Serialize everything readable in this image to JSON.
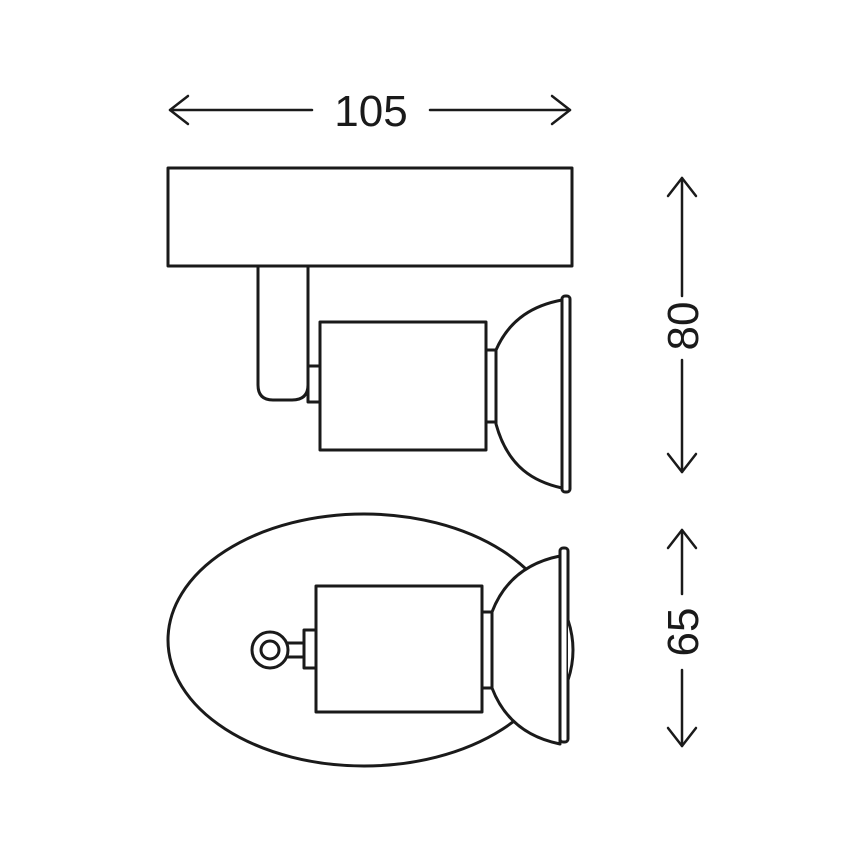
{
  "dimensions": {
    "width": "105",
    "height": "80",
    "depth": "65"
  },
  "colors": {
    "line": "#1a1a1a",
    "background": "#ffffff"
  }
}
